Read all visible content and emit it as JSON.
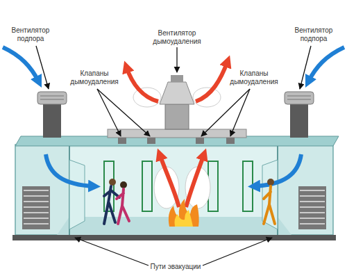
{
  "diagram": {
    "labels": [
      "Вентилятор подпора",
      "Вентилятор дымоудаления",
      "Клапаны дымоудаления",
      "Клапаны дымоудаления",
      "Вентилятор подпора",
      "Пути эвакуации"
    ]
  }
}
